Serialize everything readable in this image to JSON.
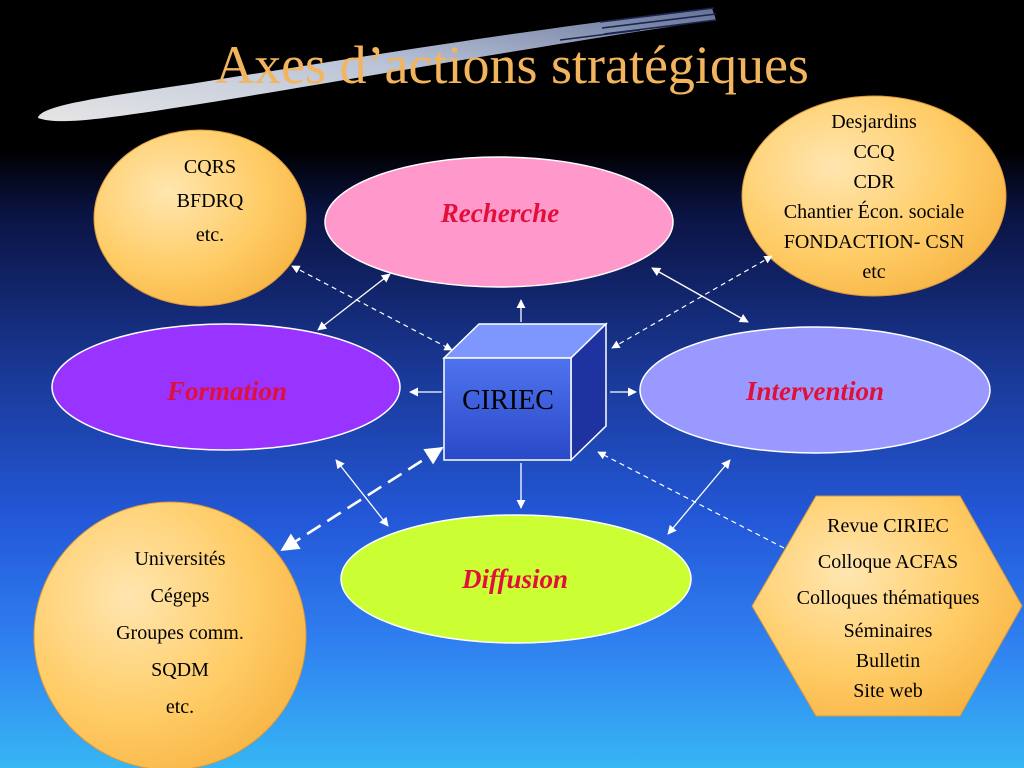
{
  "title": "Axes d’actions stratégiques",
  "core": "CIRIEC",
  "axes": {
    "recherche": "Recherche",
    "formation": "Formation",
    "intervention": "Intervention",
    "diffusion": "Diffusion"
  },
  "partners": {
    "top_left": [
      "CQRS",
      "BFDRQ",
      "etc."
    ],
    "top_right": [
      "Desjardins",
      "CCQ",
      "CDR",
      "Chantier Écon. sociale",
      "FONDACTION- CSN",
      "etc"
    ],
    "bottom_left": [
      "Universités",
      "Cégeps",
      "Groupes comm.",
      "SQDM",
      "etc."
    ],
    "bottom_right": [
      "Revue CIRIEC",
      "Colloque ACFAS",
      "Colloques thématiques",
      "Séminaires",
      "Bulletin",
      "Site web"
    ]
  },
  "colors": {
    "title": "#f2b45c",
    "axis_label": "#e0103a",
    "recherche": "#ff99cc",
    "formation": "#9933ff",
    "intervention": "#9999ff",
    "diffusion": "#ccff33",
    "partner_fill": "#ffcc66",
    "core": "#3355dd"
  }
}
